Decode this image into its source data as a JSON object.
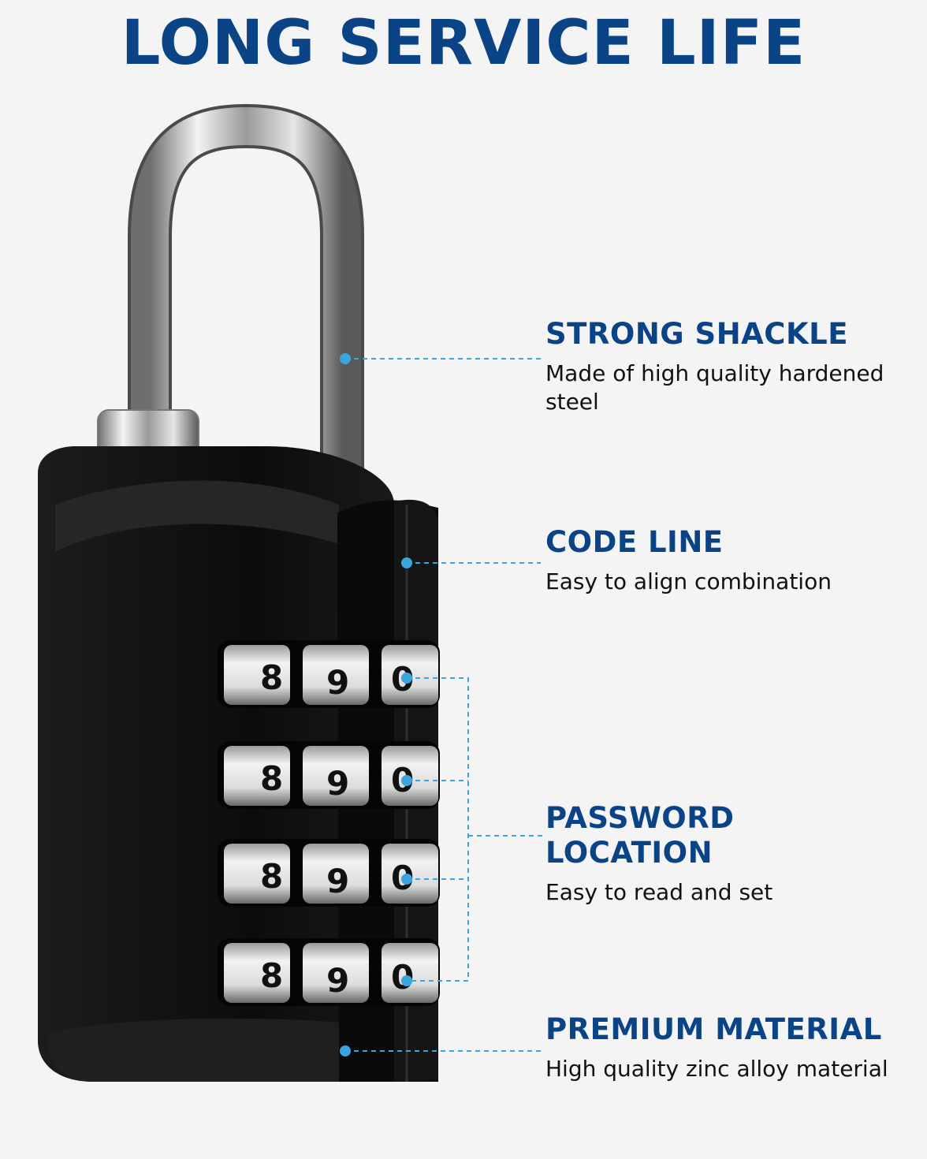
{
  "title": "LONG SERVICE LIFE",
  "features": [
    {
      "title": "STRONG SHACKLE",
      "desc": "Made of high quality hardened steel"
    },
    {
      "title": "CODE LINE",
      "desc": "Easy to align combination"
    },
    {
      "title": "PASSWORD LOCATION",
      "desc": "Easy to read and set"
    },
    {
      "title": "PREMIUM MATERIAL",
      "desc": "High quality zinc alloy material"
    }
  ],
  "dials": [
    {
      "d1": "8",
      "d2": "9",
      "d3": "0"
    },
    {
      "d1": "8",
      "d2": "9",
      "d3": "0"
    },
    {
      "d1": "8",
      "d2": "9",
      "d3": "0"
    },
    {
      "d1": "8",
      "d2": "9",
      "d3": "0"
    }
  ],
  "colors": {
    "title": "#0b4486",
    "callout": "#3aa6e0",
    "lock_body": "#0d0d0d"
  }
}
